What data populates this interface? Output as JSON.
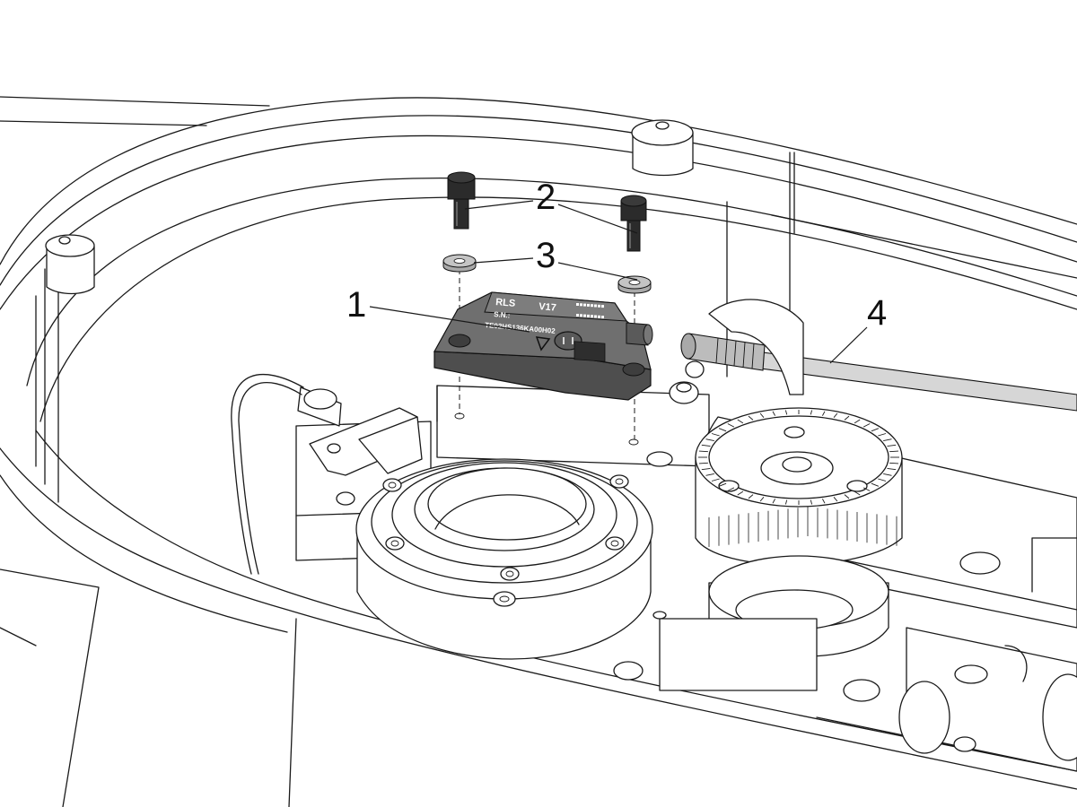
{
  "figure": {
    "callouts": [
      {
        "id": "1",
        "label": "1"
      },
      {
        "id": "2",
        "label": "2"
      },
      {
        "id": "3",
        "label": "3"
      },
      {
        "id": "4",
        "label": "4"
      }
    ],
    "sensor_label": {
      "brand": "RLS",
      "model": "V17",
      "sn_caption": "S.N.:",
      "serial": "TE02HS136KA00H02"
    },
    "colors": {
      "line": "#1a1a1a",
      "sensor_body": "#5f5f5f",
      "sensor_top": "#7a7a7a",
      "washer": "#bdbdbd",
      "screw": "#2b2b2b",
      "cable": "#cfcfcf",
      "background": "#ffffff"
    }
  }
}
